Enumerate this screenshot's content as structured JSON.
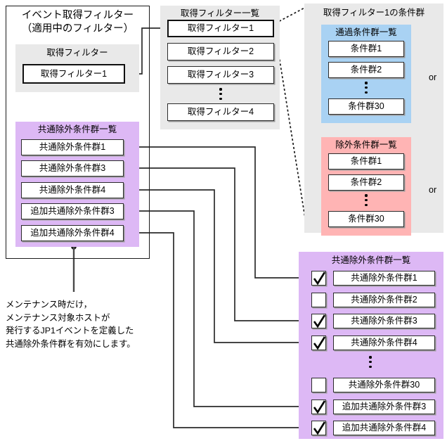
{
  "diagram": {
    "title_left_line1": "イベント取得フィルター",
    "title_left_line2": "（適用中のフィルター）"
  },
  "acquisition_filter_box": {
    "title": "取得フィルター",
    "item": "取得フィルター1"
  },
  "common_exclusion_left": {
    "title": "共通除外条件群一覧",
    "items": [
      "共通除外条件群1",
      "共通除外条件群3",
      "共通除外条件群4",
      "追加共通除外条件群3",
      "追加共通除外条件群4"
    ]
  },
  "note": {
    "text": "メンテナンス時だけ，\nメンテナンス対象ホストが\n発行するJP1イベントを定義した\n共通除外条件群を有効にします。"
  },
  "filter_list": {
    "title": "取得フィルター一覧",
    "items": [
      "取得フィルター1",
      "取得フィルター2",
      "取得フィルター3",
      "取得フィルター4"
    ],
    "ellipsis": "⋮"
  },
  "filter1_detail": {
    "title": "取得フィルター1の条件群",
    "pass_group": {
      "title": "通過条件群一覧",
      "items": [
        "条件群1",
        "条件群2",
        "条件群30"
      ],
      "or_label": "or"
    },
    "exclude_group": {
      "title": "除外条件群一覧",
      "items": [
        "条件群1",
        "条件群2",
        "条件群30"
      ],
      "or_label": "or"
    }
  },
  "common_exclusion_right": {
    "title": "共通除外条件群一覧",
    "rows": [
      {
        "label": "共通除外条件群1",
        "checked": true
      },
      {
        "label": "共通除外条件群2",
        "checked": false
      },
      {
        "label": "共通除外条件群3",
        "checked": true
      },
      {
        "label": "共通除外条件群4",
        "checked": true
      },
      {
        "label": "共通除外条件群30",
        "checked": false
      },
      {
        "label": "追加共通除外条件群3",
        "checked": true
      },
      {
        "label": "追加共通除外条件群4",
        "checked": true
      }
    ]
  },
  "colors": {
    "gray_panel": "#e9e9e9",
    "purple_panel": "#ddb8f5",
    "blue_panel": "#a9d2f3",
    "pink_panel": "#ffb4b4",
    "line": "#2b2b2b",
    "box_border": "#2b2b2b",
    "background": "#ffffff"
  }
}
